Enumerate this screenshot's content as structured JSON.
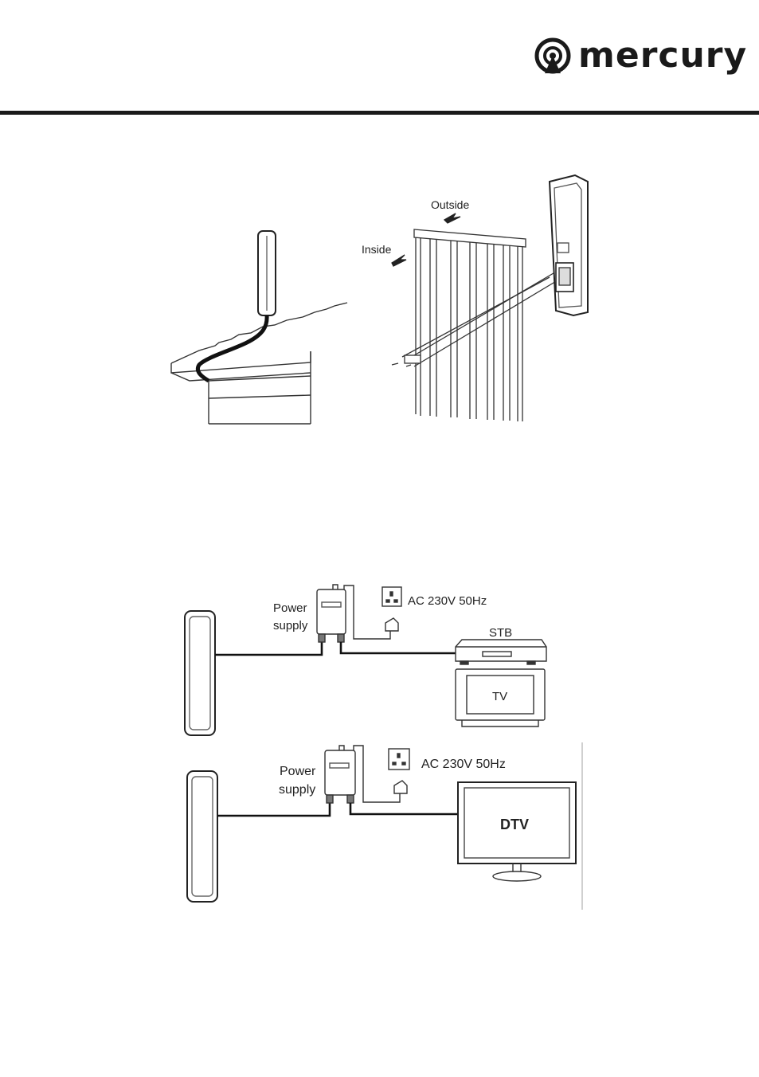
{
  "brand": {
    "name": "mercury"
  },
  "install_figure": {
    "outside_label": "Outside",
    "inside_label": "Inside"
  },
  "connection_stb": {
    "power_label_line1": "Power",
    "power_label_line2": "supply",
    "ac_label": "AC 230V 50Hz",
    "stb_label": "STB",
    "tv_label": "TV"
  },
  "connection_dtv": {
    "power_label_line1": "Power",
    "power_label_line2": "supply",
    "ac_label": "AC 230V 50Hz",
    "dtv_label": "DTV"
  },
  "colors": {
    "ink": "#1a1a1a",
    "line": "#333333"
  }
}
